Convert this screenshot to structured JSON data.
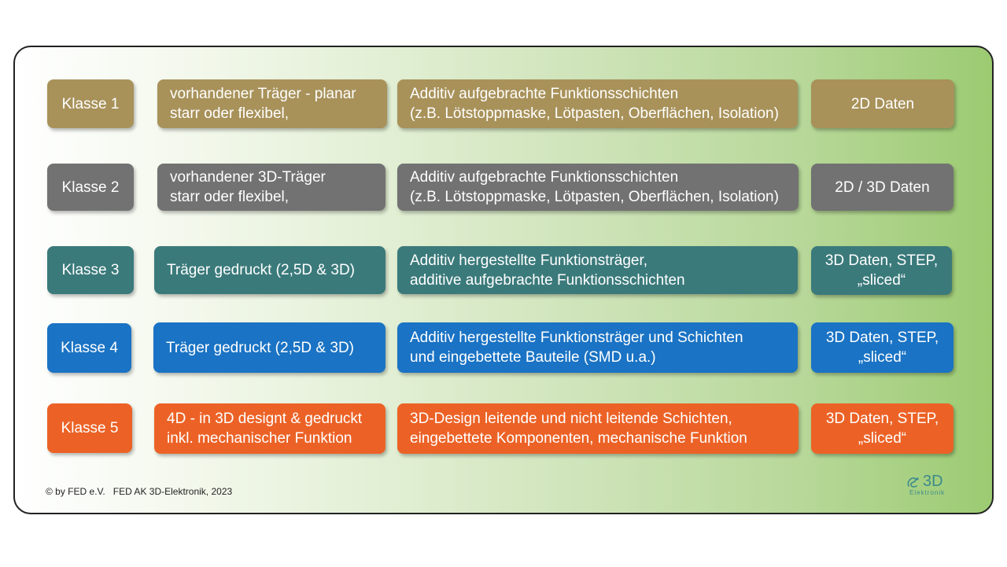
{
  "rows": [
    {
      "klasse": "Klasse 1",
      "traeger": [
        "vorhandener Träger - planar",
        "starr oder flexibel,"
      ],
      "funktion": [
        "Additiv aufgebrachte  Funktionsschichten",
        "(z.B. Lötstoppmaske, Lötpasten, Oberflächen, Isolation)"
      ],
      "daten": [
        "2D Daten"
      ],
      "color": "#a8925a"
    },
    {
      "klasse": "Klasse 2",
      "traeger": [
        "vorhandener 3D-Träger",
        "starr oder flexibel,"
      ],
      "funktion": [
        "Additiv aufgebrachte  Funktionsschichten",
        "(z.B. Lötstoppmaske, Lötpasten, Oberflächen, Isolation)"
      ],
      "daten": [
        "2D / 3D Daten"
      ],
      "color": "#727272"
    },
    {
      "klasse": "Klasse 3",
      "traeger": [
        "Träger gedruckt (2,5D &  3D)"
      ],
      "funktion": [
        "Additiv hergestellte Funktionsträger,",
        "additive aufgebrachte  Funktionsschichten"
      ],
      "daten": [
        "3D Daten, STEP,",
        "„sliced“"
      ],
      "color": "#3b7a7b"
    },
    {
      "klasse": "Klasse 4",
      "traeger": [
        "Träger gedruckt (2,5D &  3D)"
      ],
      "funktion": [
        "Additiv hergestellte Funktionsträger und Schichten",
        "und eingebettete Bauteile (SMD u.a.)"
      ],
      "daten": [
        "3D Daten, STEP,",
        "„sliced“"
      ],
      "color": "#1a73c4"
    },
    {
      "klasse": "Klasse 5",
      "traeger": [
        "4D - in 3D designt & gedruckt",
        "inkl. mechanischer Funktion"
      ],
      "funktion": [
        "3D-Design leitende und nicht leitende Schichten,",
        "eingebettete Komponenten, mechanische Funktion"
      ],
      "daten": [
        "3D Daten, STEP,",
        "„sliced“"
      ],
      "color": "#ec6226"
    }
  ],
  "footer": {
    "copyright": "© by FED e.V.   FED AK 3D-Elektronik, 2023"
  },
  "logo": {
    "big": "3D",
    "small": "Elektronik",
    "icon": "3d-elektronik-logo-icon"
  }
}
